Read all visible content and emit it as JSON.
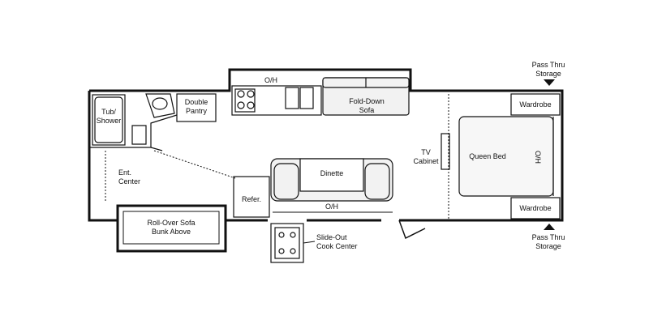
{
  "floorplan": {
    "labels": {
      "tub_shower": [
        "Tub/",
        "Shower"
      ],
      "double_pantry": [
        "Double",
        "Pantry"
      ],
      "oh_kitchen": "O/H",
      "fold_down_sofa": [
        "Fold-Down",
        "Sofa"
      ],
      "ent_center": [
        "Ent.",
        "Center"
      ],
      "refer": "Refer.",
      "dinette": "Dinette",
      "oh_dinette": "O/H",
      "tv_cabinet": [
        "TV",
        "Cabinet"
      ],
      "queen_bed": "Queen Bed",
      "oh_bedroom": "O/H",
      "wardrobe_top": "Wardrobe",
      "wardrobe_bottom": "Wardrobe",
      "pass_thru_top": [
        "Pass Thru",
        "Storage"
      ],
      "pass_thru_bottom": [
        "Pass Thru",
        "Storage"
      ],
      "roll_over_sofa": [
        "Roll-Over Sofa",
        "Bunk Above"
      ],
      "slide_out_cook": [
        "Slide-Out",
        "Cook Center"
      ]
    },
    "colors": {
      "wall": "#111111",
      "fixture": "#222222",
      "fill": "#f2f2f2"
    }
  }
}
